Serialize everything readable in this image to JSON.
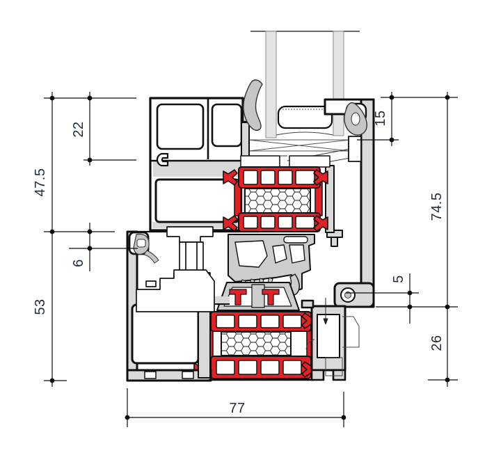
{
  "drawing": {
    "kind": "aluminium-window-profile-cross-section",
    "colors": {
      "thermal_break_red": "#e32227",
      "aluminium_gray": "#d9d9d9",
      "gasket_gray": "#c6c6c6",
      "glass_gray": "#e4e4e4",
      "outline_black": "#101010",
      "dimension_text": "#222e3a"
    },
    "dimensions": {
      "left_inner_top": "22",
      "left_outer_top": "47.5",
      "left_inner_mid": "6",
      "left_outer_bottom": "53",
      "right_inner_top": "15",
      "right_outer_top": "74.5",
      "right_inner_mid": "5",
      "right_outer_bottom": "26",
      "bottom_width": "77"
    }
  }
}
